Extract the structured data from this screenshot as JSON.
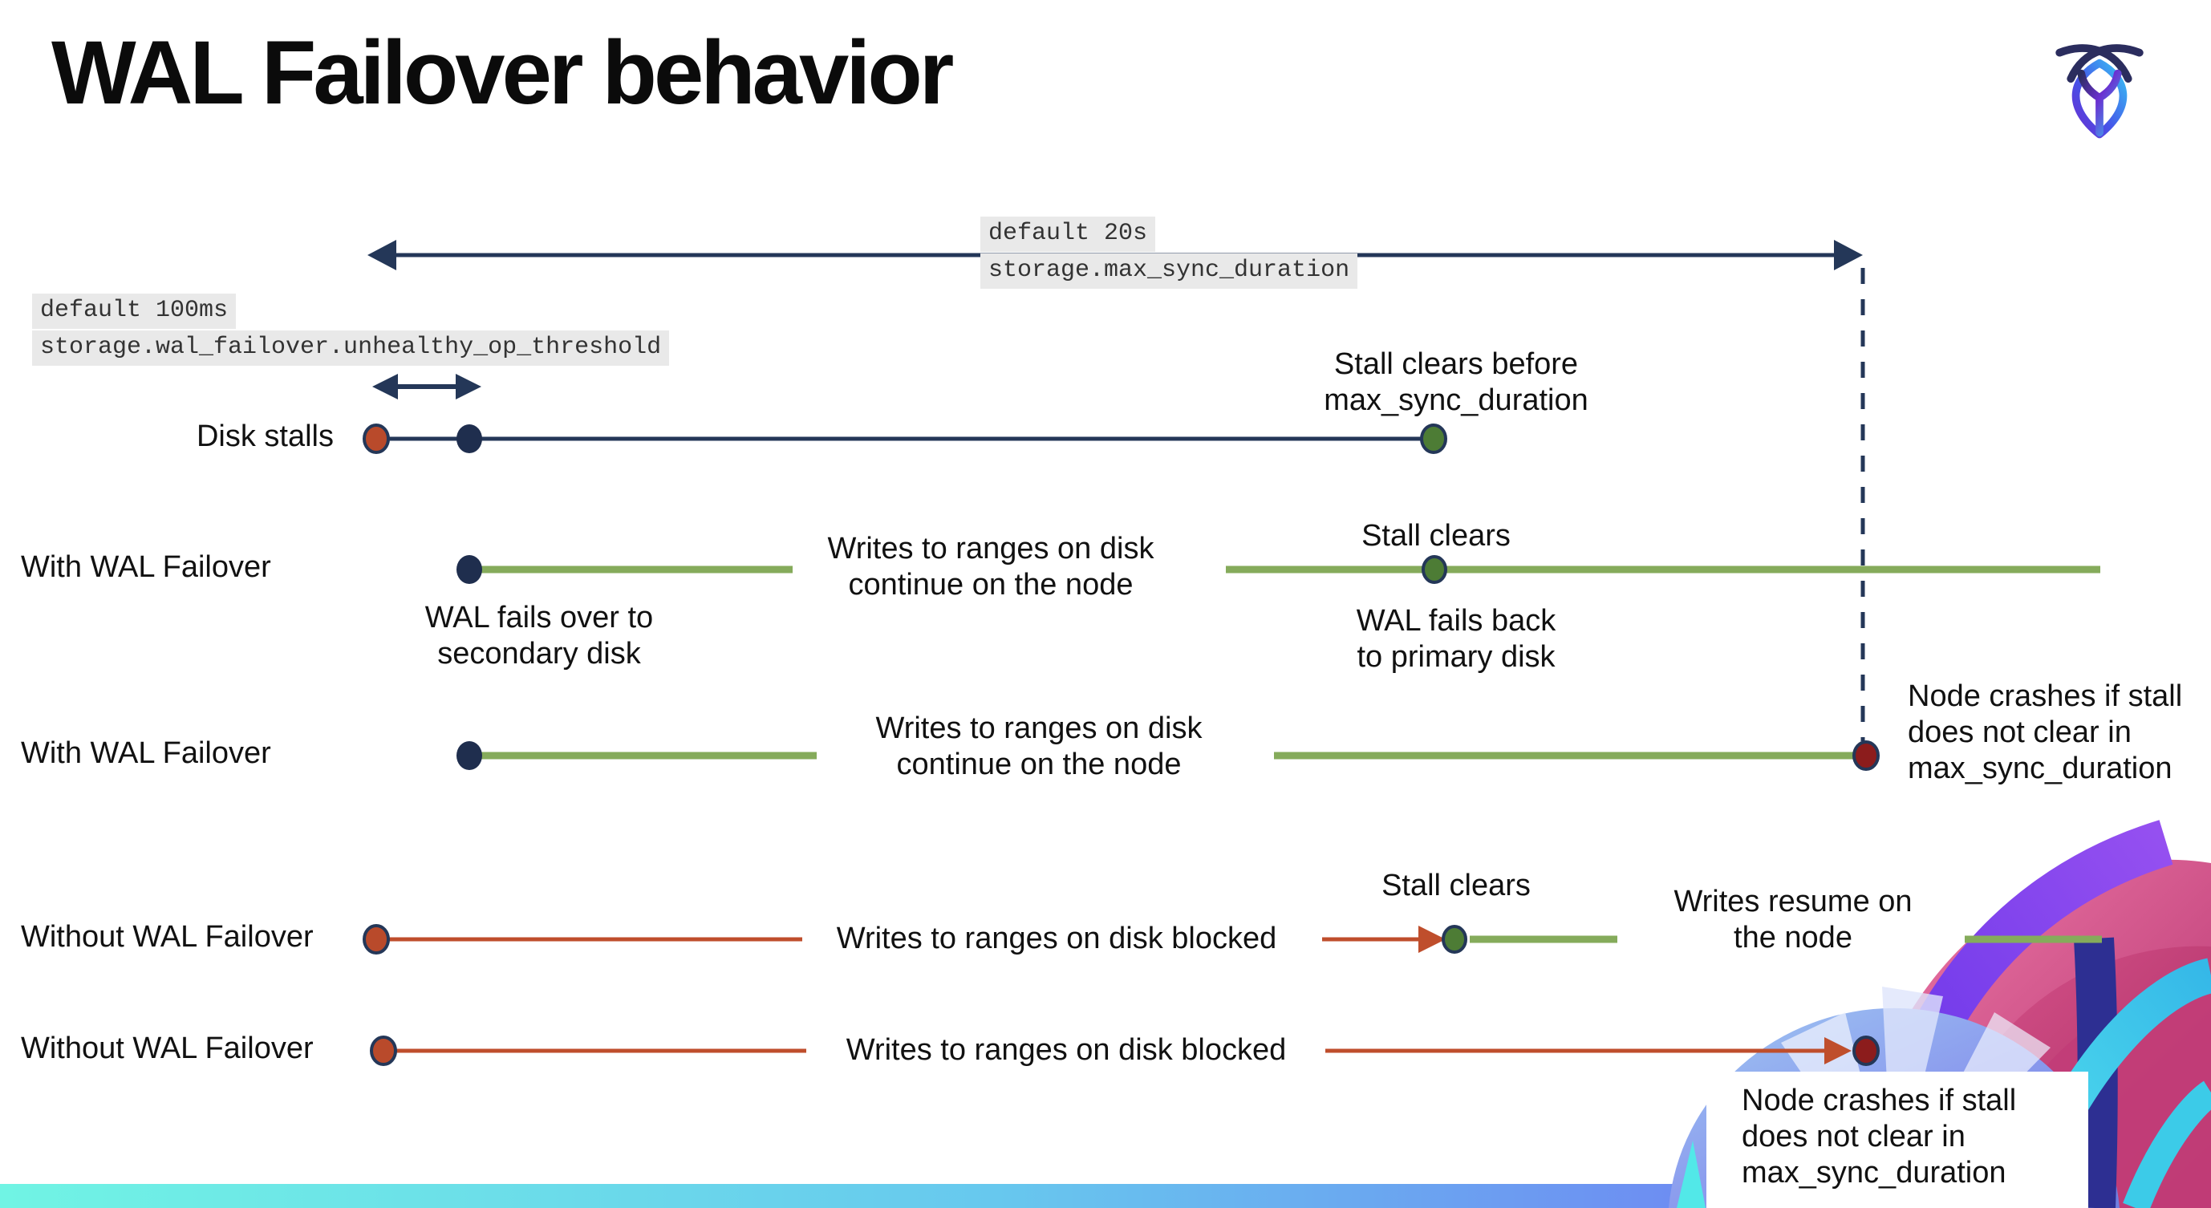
{
  "page": {
    "title": "WAL Failover behavior"
  },
  "config_labels": {
    "max_sync_duration": {
      "line1": "default 20s",
      "line2": "storage.max_sync_duration"
    },
    "unhealthy_op_threshold": {
      "line1": "default 100ms",
      "line2": "storage.wal_failover.unhealthy_op_threshold"
    }
  },
  "rows": [
    {
      "label": "Disk stalls"
    },
    {
      "label": "With WAL Failover"
    },
    {
      "label": "With WAL Failover"
    },
    {
      "label": "Without WAL Failover"
    },
    {
      "label": "Without WAL Failover"
    }
  ],
  "annotations": {
    "stall_clears_before": "Stall clears before\nmax_sync_duration",
    "wal_fails_over": "WAL fails over to\nsecondary disk",
    "writes_continue_1": "Writes to ranges on disk\ncontinue on the node",
    "stall_clears_2": "Stall clears",
    "wal_fails_back": "WAL fails  back\nto primary disk",
    "writes_continue_2": "Writes to ranges on disk\ncontinue on the node",
    "node_crashes_1": "Node crashes if stall\ndoes not clear in\nmax_sync_duration",
    "writes_blocked_1": "Writes to ranges on disk  blocked",
    "stall_clears_4": "Stall clears",
    "writes_resume": "Writes resume on\nthe node",
    "writes_blocked_2": "Writes to ranges on disk  blocked",
    "node_crashes_2": "Node crashes if stall\ndoes not clear in\nmax_sync_duration"
  },
  "colors": {
    "navy": "#243758",
    "red_line": "#bf4e2c",
    "red_dot": "#b94a2b",
    "dark_red_dot": "#8c1c1c",
    "green_dot": "#4d7c35",
    "green_line": "#85ab5b",
    "code_bg": "#e9e9e9",
    "bar_gradient_start": "#70f4e4",
    "bar_gradient_end": "#6f64f5"
  }
}
